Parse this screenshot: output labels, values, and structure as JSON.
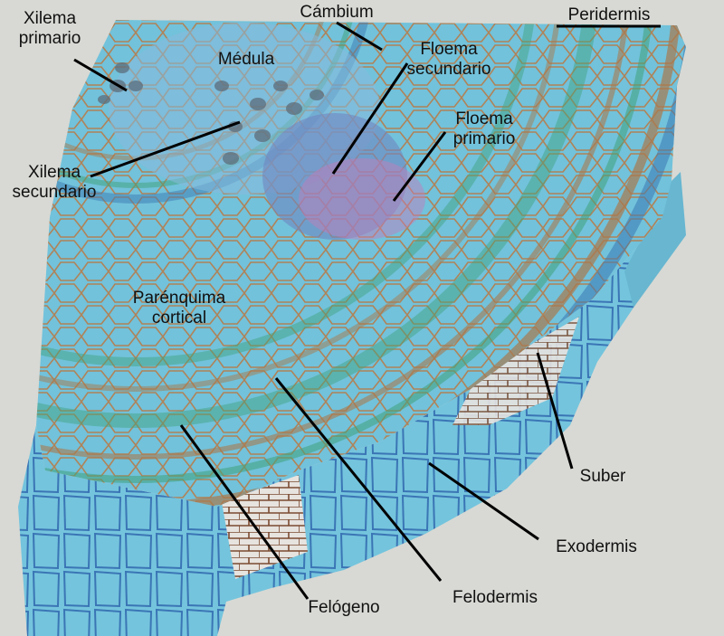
{
  "image": {
    "subject": "foam model of a woody stem cross-section",
    "colors": {
      "background": "#d8d9d4",
      "foam": "#72c2db",
      "foam_dark": "#5aa9c6",
      "cell_brown": "#a8794e",
      "cell_green": "#3fa27a",
      "cell_blue": "#3b79b3",
      "phloem_pink": "#c77ab8",
      "label_line": "#000000"
    }
  },
  "labels": {
    "xilema_primario": "Xilema\nprimario",
    "cambium": "Cámbium",
    "peridermis": "Peridermis",
    "medula": "Médula",
    "floema_secundario": "Floema\nsecundario",
    "floema_primario": "Floema\nprimario",
    "xilema_secundario": "Xilema\nsecundario",
    "parenquima_cortical": "Parénquima\ncortical",
    "suber": "Suber",
    "exodermis": "Exodermis",
    "felodermis": "Felodermis",
    "felogeno": "Felógeno"
  }
}
